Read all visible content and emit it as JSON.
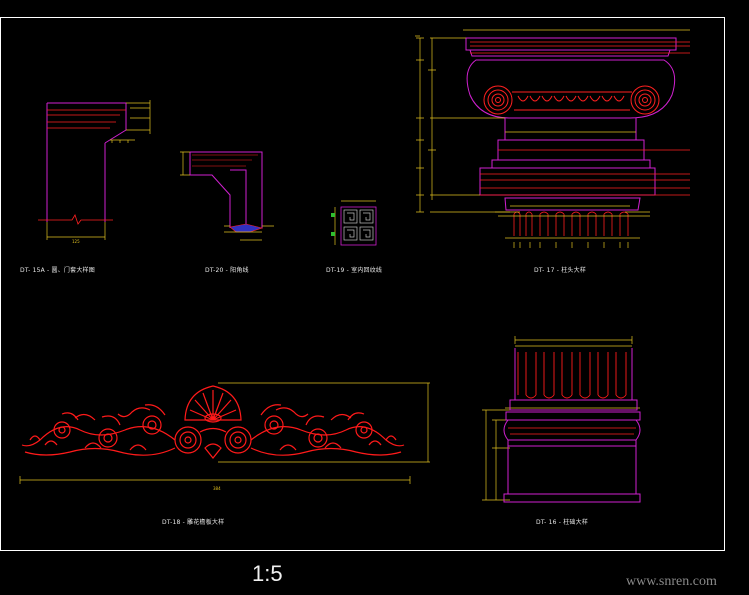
{
  "labels": {
    "dt15a": "DT- 15A - 圆、门套大样图",
    "dt20": "DT-20 - 阳角线",
    "dt19": "DT-19 - 室内回纹线",
    "dt17": "DT- 17 - 柱头大样",
    "dt18": "DT-18 - 雕花檐板大样",
    "dt16": "DT- 16 - 柱础大样"
  },
  "scale_text": "1:5",
  "watermark": "www.snren.com",
  "colors": {
    "background": "#000000",
    "frame": "#ffffff",
    "dimension": "#e0c020",
    "ornament": "#ff1a1a",
    "outline": "#d020d0"
  }
}
